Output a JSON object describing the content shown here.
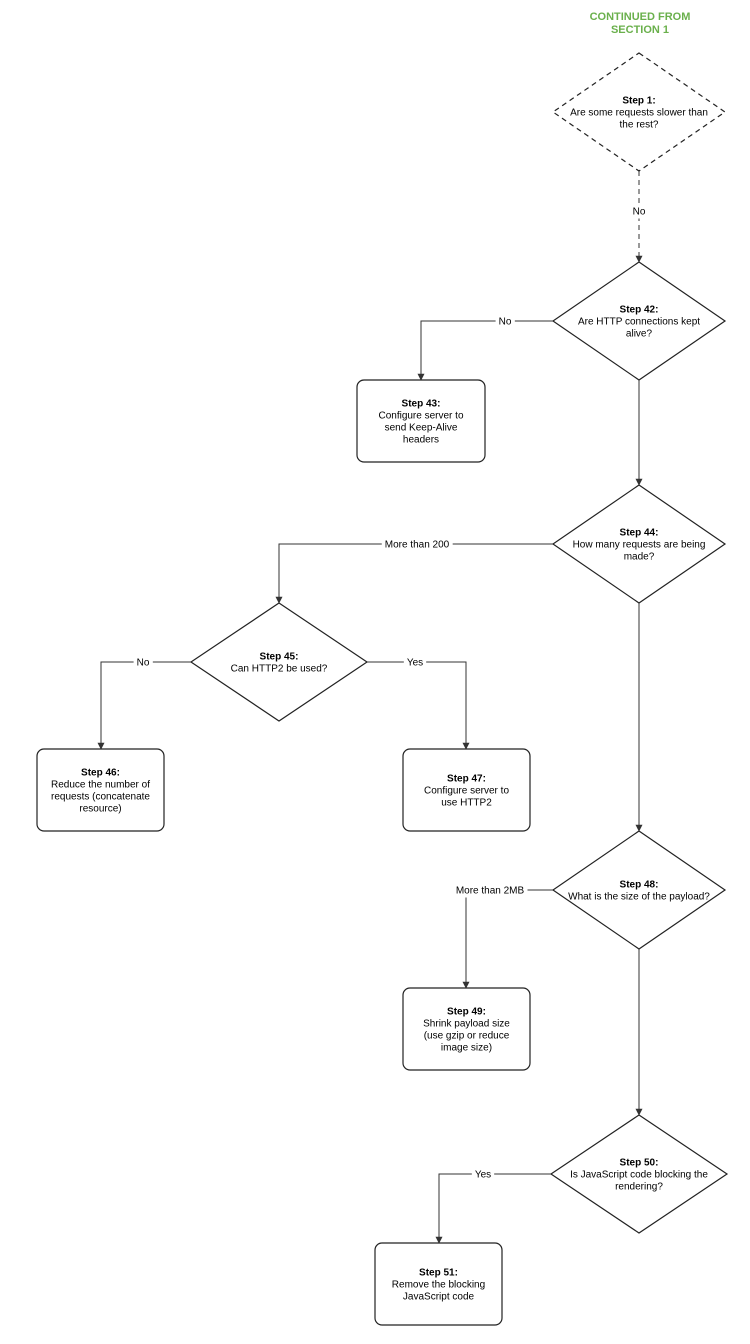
{
  "heading": [
    "CONTINUED FROM",
    "SECTION 1"
  ],
  "nodes": [
    {
      "id": "s1",
      "shape": "diamond",
      "dashed": true,
      "step": "Step 1:",
      "text": [
        "Are some requests slower than",
        "the rest?"
      ]
    },
    {
      "id": "s42",
      "shape": "diamond",
      "dashed": false,
      "step": "Step 42:",
      "text": [
        "Are HTTP connections kept",
        "alive?"
      ]
    },
    {
      "id": "s43",
      "shape": "box",
      "dashed": false,
      "step": "Step 43:",
      "text": [
        "Configure server to",
        "send Keep-Alive",
        "headers"
      ]
    },
    {
      "id": "s44",
      "shape": "diamond",
      "dashed": false,
      "step": "Step 44:",
      "text": [
        "How many requests are being",
        "made?"
      ]
    },
    {
      "id": "s45",
      "shape": "diamond",
      "dashed": false,
      "step": "Step 45:",
      "text": [
        "Can HTTP2 be used?"
      ]
    },
    {
      "id": "s46",
      "shape": "box",
      "dashed": false,
      "step": "Step 46:",
      "text": [
        "Reduce the number of",
        "requests (concatenate",
        "resource)"
      ]
    },
    {
      "id": "s47",
      "shape": "box",
      "dashed": false,
      "step": "Step 47:",
      "text": [
        "Configure server to",
        "use HTTP2"
      ]
    },
    {
      "id": "s48",
      "shape": "diamond",
      "dashed": false,
      "step": "Step 48:",
      "text": [
        "What is the size of the payload?"
      ]
    },
    {
      "id": "s49",
      "shape": "box",
      "dashed": false,
      "step": "Step 49:",
      "text": [
        "Shrink payload size",
        "(use gzip or reduce",
        "image size)"
      ]
    },
    {
      "id": "s50",
      "shape": "diamond",
      "dashed": false,
      "step": "Step 50:",
      "text": [
        "Is JavaScript code blocking the",
        "rendering?"
      ]
    },
    {
      "id": "s51",
      "shape": "box",
      "dashed": false,
      "step": "Step 51:",
      "text": [
        "Remove the blocking",
        "JavaScript code"
      ]
    }
  ],
  "edges": [
    {
      "from": "s1",
      "to": "s42",
      "label": "No",
      "dashed": true
    },
    {
      "from": "s42",
      "to": "s43",
      "label": "No",
      "dashed": false
    },
    {
      "from": "s42",
      "to": "s44",
      "label": "",
      "dashed": false
    },
    {
      "from": "s44",
      "to": "s45",
      "label": "More than 200",
      "dashed": false
    },
    {
      "from": "s45",
      "to": "s46",
      "label": "No",
      "dashed": false
    },
    {
      "from": "s45",
      "to": "s47",
      "label": "Yes",
      "dashed": false
    },
    {
      "from": "s44",
      "to": "s48",
      "label": "",
      "dashed": false
    },
    {
      "from": "s48",
      "to": "s49",
      "label": "More than 2MB",
      "dashed": false
    },
    {
      "from": "s48",
      "to": "s50",
      "label": "",
      "dashed": false
    },
    {
      "from": "s50",
      "to": "s51",
      "label": "Yes",
      "dashed": false
    }
  ]
}
